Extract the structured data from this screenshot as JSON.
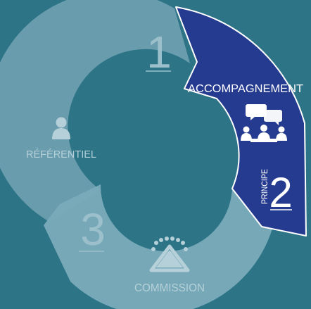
{
  "colors": {
    "background": "#2d7487",
    "segment_faded": "#6fa1b1",
    "segment_highlight": "#253b8f",
    "highlight_border": "#ffffff",
    "faded_text": "#9cc0cb",
    "icon_faded": "#b5d0d8"
  },
  "segments": [
    {
      "number": "1",
      "label": "ACCOMPAGNEMENT",
      "icon": "meeting-icon",
      "principle_word": "PRINCIPE",
      "principle_number": "2",
      "highlighted": true
    },
    {
      "number": "3",
      "label": "COMMISSION",
      "icon": "audience-icon",
      "highlighted": false
    },
    {
      "label": "RÉFÉRENTIEL",
      "icon": "person-icon",
      "highlighted": false
    }
  ]
}
